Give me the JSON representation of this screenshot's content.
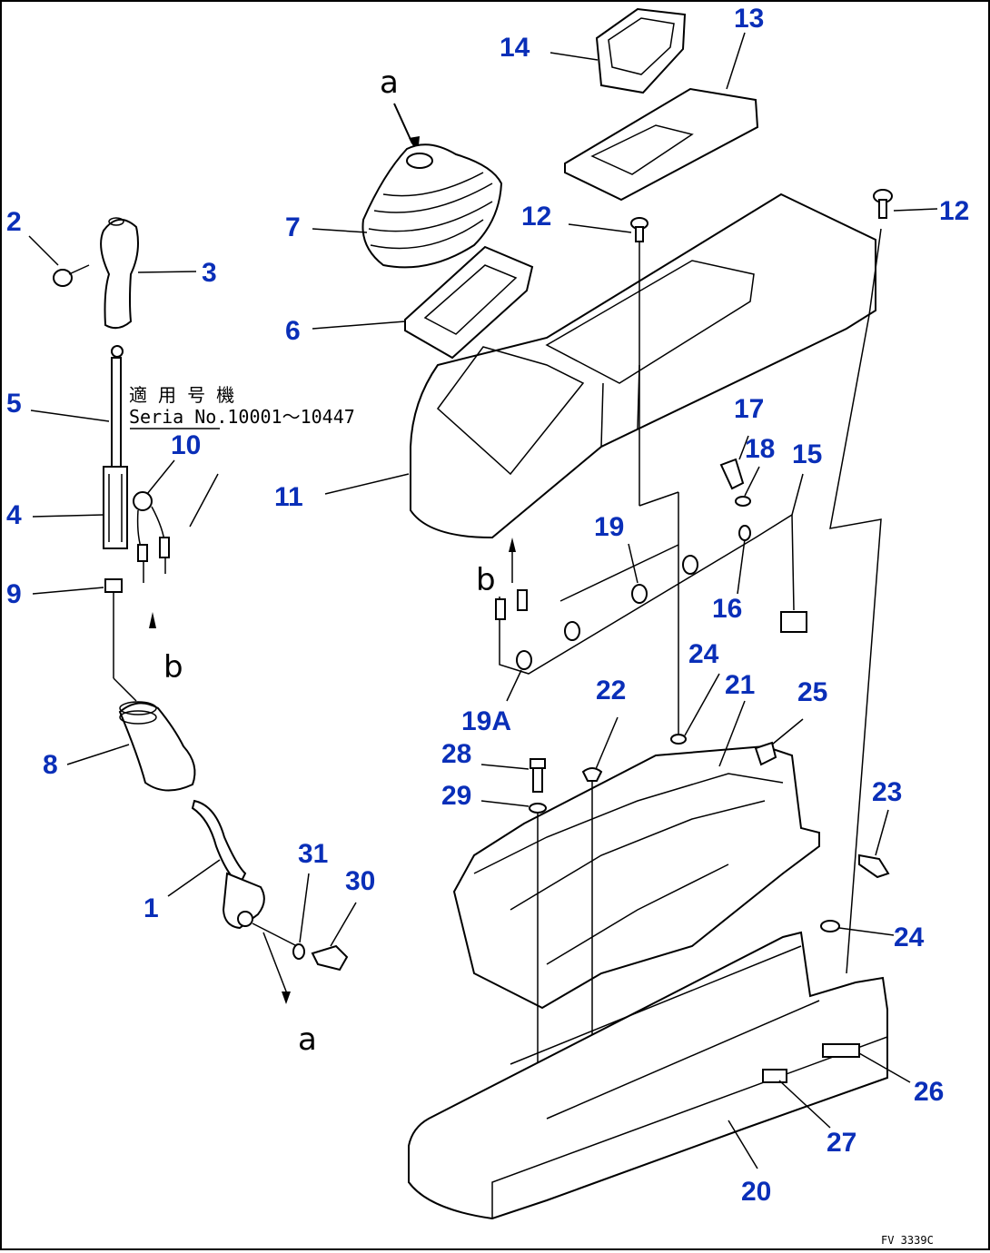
{
  "callouts": {
    "c1": "1",
    "c2": "2",
    "c3": "3",
    "c4": "4",
    "c5": "5",
    "c6": "6",
    "c7": "7",
    "c8": "8",
    "c9": "9",
    "c10": "10",
    "c11": "11",
    "c12a": "12",
    "c12b": "12",
    "c13": "13",
    "c14": "14",
    "c15": "15",
    "c16": "16",
    "c17": "17",
    "c18": "18",
    "c19": "19",
    "c19a": "19A",
    "c20": "20",
    "c21": "21",
    "c22": "22",
    "c23": "23",
    "c24a": "24",
    "c24b": "24",
    "c25": "25",
    "c26": "26",
    "c27": "27",
    "c28": "28",
    "c29": "29",
    "c30": "30",
    "c31": "31"
  },
  "note": {
    "line1": "適 用 号 機",
    "line2": "Seria  No.10001～10447"
  },
  "letters": {
    "a_top": "a",
    "a_bottom": "a",
    "b_left": "b",
    "b_right": "b"
  },
  "drawing_code": "FV 3339C",
  "colors": {
    "callout": "#0a2fb8",
    "line": "#000000"
  }
}
